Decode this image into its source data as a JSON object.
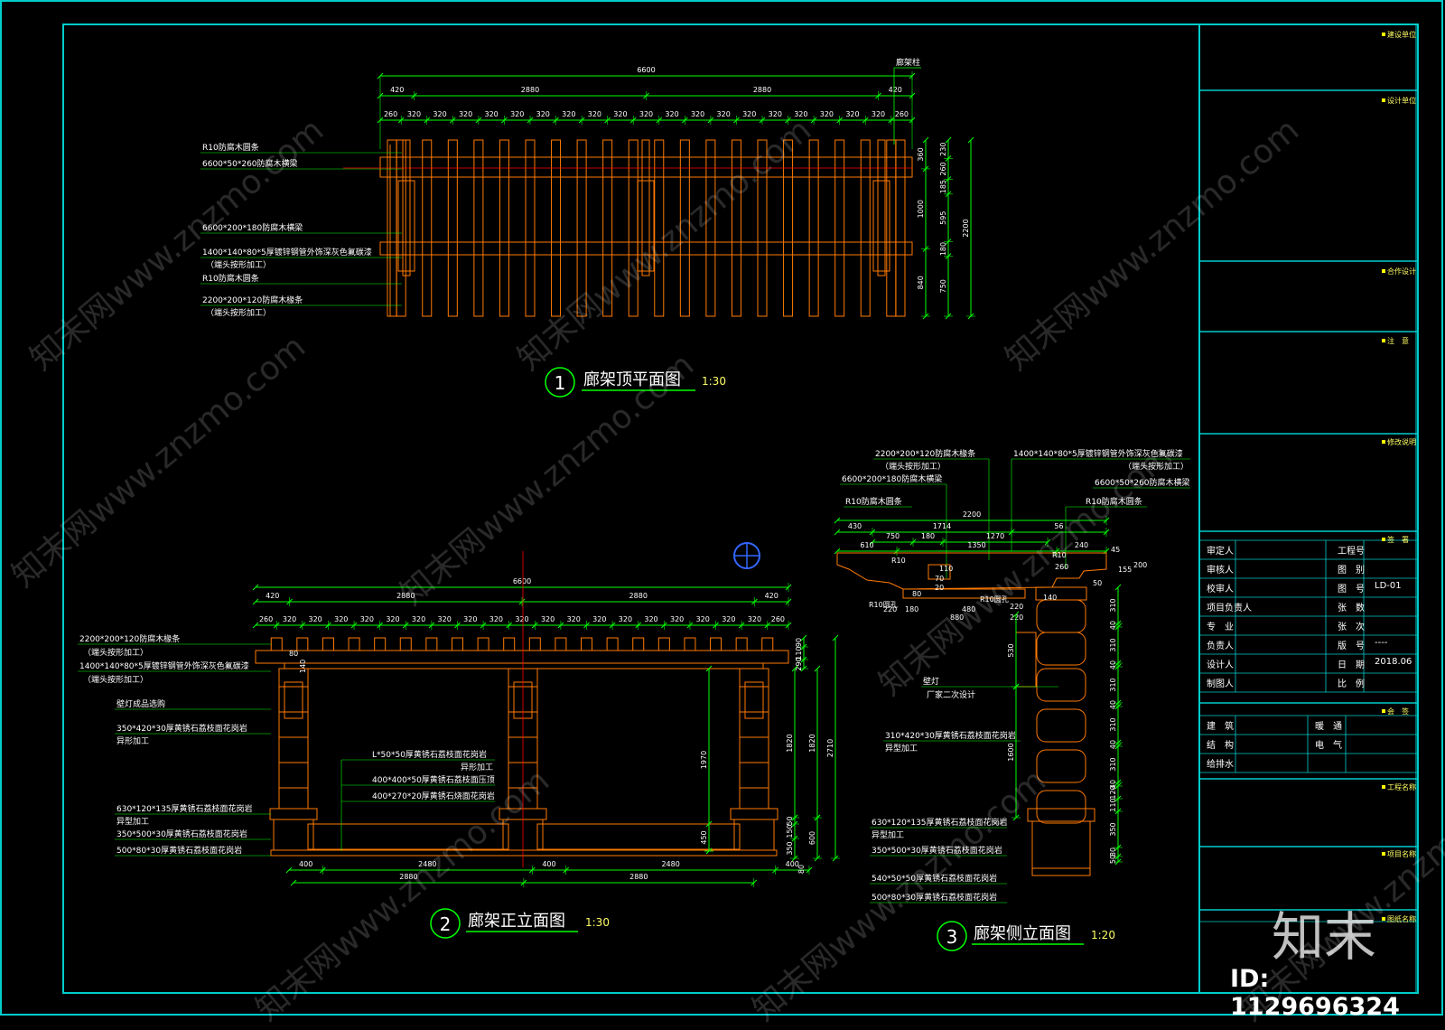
{
  "drawing": {
    "view1": {
      "number": "1",
      "title": "廊架顶平面图",
      "scale": "1:30",
      "dims_total": "6600",
      "dims_main": [
        "420",
        "2880",
        "2880",
        "420"
      ],
      "dims_sub": [
        "260",
        "320",
        "320",
        "320",
        "320",
        "320",
        "320",
        "320",
        "320",
        "320",
        "320",
        "320",
        "320",
        "320",
        "320",
        "320",
        "320",
        "320",
        "320",
        "320",
        "260"
      ],
      "dims_right_outer": "2200",
      "dims_right_mid": [
        "360",
        "1000",
        "840"
      ],
      "dims_right_inner": [
        "230",
        "260",
        "185",
        "595",
        "180",
        "750"
      ],
      "column_label": "廊架柱",
      "labels": [
        "R10防腐木圆条",
        "6600*50*260防腐木横梁",
        "6600*200*180防腐木横梁",
        "1400*140*80*5厚镀锌钢管外饰深灰色氟碳漆",
        "（端头按形加工）",
        "R10防腐木圆条",
        "2200*200*120防腐木椽条",
        "（端头按形加工）"
      ]
    },
    "view2": {
      "number": "2",
      "title": "廊架正立面图",
      "scale": "1:30",
      "dims_total": "6600",
      "dims_main": [
        "420",
        "2880",
        "2880",
        "420"
      ],
      "dims_sub": [
        "260",
        "320",
        "320",
        "320",
        "320",
        "320",
        "320",
        "320",
        "320",
        "320",
        "320",
        "320",
        "320",
        "320",
        "320",
        "320",
        "320",
        "320",
        "320",
        "320",
        "260"
      ],
      "dims_bottom1": [
        "400",
        "2480",
        "400",
        "2480",
        "400"
      ],
      "dims_bottom2": [
        "2880",
        "2880"
      ],
      "dims_right": [
        "90",
        "110",
        "290",
        "80",
        "1970",
        "1820",
        "1820",
        "2710",
        "50",
        "150",
        "350",
        "600",
        "450",
        "80"
      ],
      "dim_80": "80",
      "dim_140": "140",
      "labels_left": [
        "2200*200*120防腐木椽条",
        "（端头按形加工）",
        "1400*140*80*5厚镀锌钢管外饰深灰色氟碳漆",
        "（端头按形加工）",
        "壁灯成品选购",
        "350*420*30厚黄锈石荔枝面花岗岩",
        "异形加工",
        "630*120*135厚黄锈石荔枝面花岗岩",
        "异型加工",
        "350*500*30厚黄锈石荔枝面花岗岩",
        "500*80*30厚黄锈石荔枝面花岗岩"
      ],
      "labels_mid": [
        "L*50*50厚黄锈石荔枝面花岗岩",
        "异形加工",
        "400*400*50厚黄锈石荔枝面压顶",
        "400*270*20厚黄锈石烧面花岗岩"
      ]
    },
    "view3": {
      "number": "3",
      "title": "廊架侧立面图",
      "scale": "1:20",
      "labels_top": [
        "2200*200*120防腐木椽条",
        "（端头按形加工）",
        "6600*200*180防腐木横梁",
        "R10防腐木圆条",
        "1400*140*80*5厚镀锌钢管外饰深灰色氟碳漆",
        "（端头按形加工）",
        "6600*50*260防腐木横梁",
        "R10防腐木圆条"
      ],
      "dims_top": [
        "2200",
        "430",
        "1714",
        "56",
        "750",
        "180",
        "1270",
        "610",
        "1350",
        "240"
      ],
      "small_labels": [
        "R10",
        "R10",
        "260",
        "45",
        "155",
        "200",
        "20",
        "70",
        "110",
        "R10圆孔",
        "140",
        "80",
        "R10圆孔",
        "220",
        "180",
        "480",
        "220",
        "880",
        "220",
        "50"
      ],
      "dims_right": [
        "310",
        "40",
        "310",
        "40",
        "310",
        "40",
        "310",
        "40",
        "310",
        "40",
        "120",
        "110",
        "350",
        "80",
        "50"
      ],
      "dims_left": [
        "530",
        "1600"
      ],
      "labels_lower": [
        "壁灯",
        "厂家二次设计",
        "310*420*30厚黄锈石荔枝面花岗岩",
        "异型加工",
        "630*120*135厚黄锈石荔枝面花岗岩",
        "异型加工",
        "350*500*30厚黄锈石荔枝面花岗岩",
        "540*50*50厚黄锈石荔枝面花岗岩",
        "500*80*30厚黄锈石荔枝面花岗岩"
      ]
    }
  },
  "title_block": {
    "section_headers": [
      "建设单位",
      "设计单位",
      "合作设计",
      "注　意",
      "修改说明",
      "签　署",
      "会　签",
      "工程名称",
      "项目名称",
      "图纸名称"
    ],
    "sign_rows": [
      {
        "left": "审定人",
        "right": "工程号",
        "value": ""
      },
      {
        "left": "审核人",
        "right": "图　别",
        "value": ""
      },
      {
        "left": "校审人",
        "right": "图　号",
        "value": "LD-01"
      },
      {
        "left": "项目负责人",
        "right": "张　数",
        "value": ""
      },
      {
        "left": "专　业",
        "right": "张　次",
        "value": ""
      },
      {
        "left": "负责人",
        "right": "版　号",
        "value": "----"
      },
      {
        "left": "设计人",
        "right": "日　期",
        "value": "2018.06"
      },
      {
        "left": "制图人",
        "right": "比　例",
        "value": ""
      }
    ],
    "countersign": [
      {
        "left": "建　筑",
        "right": "暖　通"
      },
      {
        "left": "结　构",
        "right": "电　气"
      },
      {
        "left": "给排水",
        "right": ""
      }
    ]
  },
  "watermark": {
    "site": "知末网www.znzmo.com",
    "logo": "知末",
    "id_text": "ID: 1129696324"
  },
  "colors": {
    "frame": "#00cccc",
    "timber": "#ff7a00",
    "dim": "#00ff00",
    "label": "#ffffff",
    "center": "#ff0000",
    "marker": "#ffff00"
  }
}
